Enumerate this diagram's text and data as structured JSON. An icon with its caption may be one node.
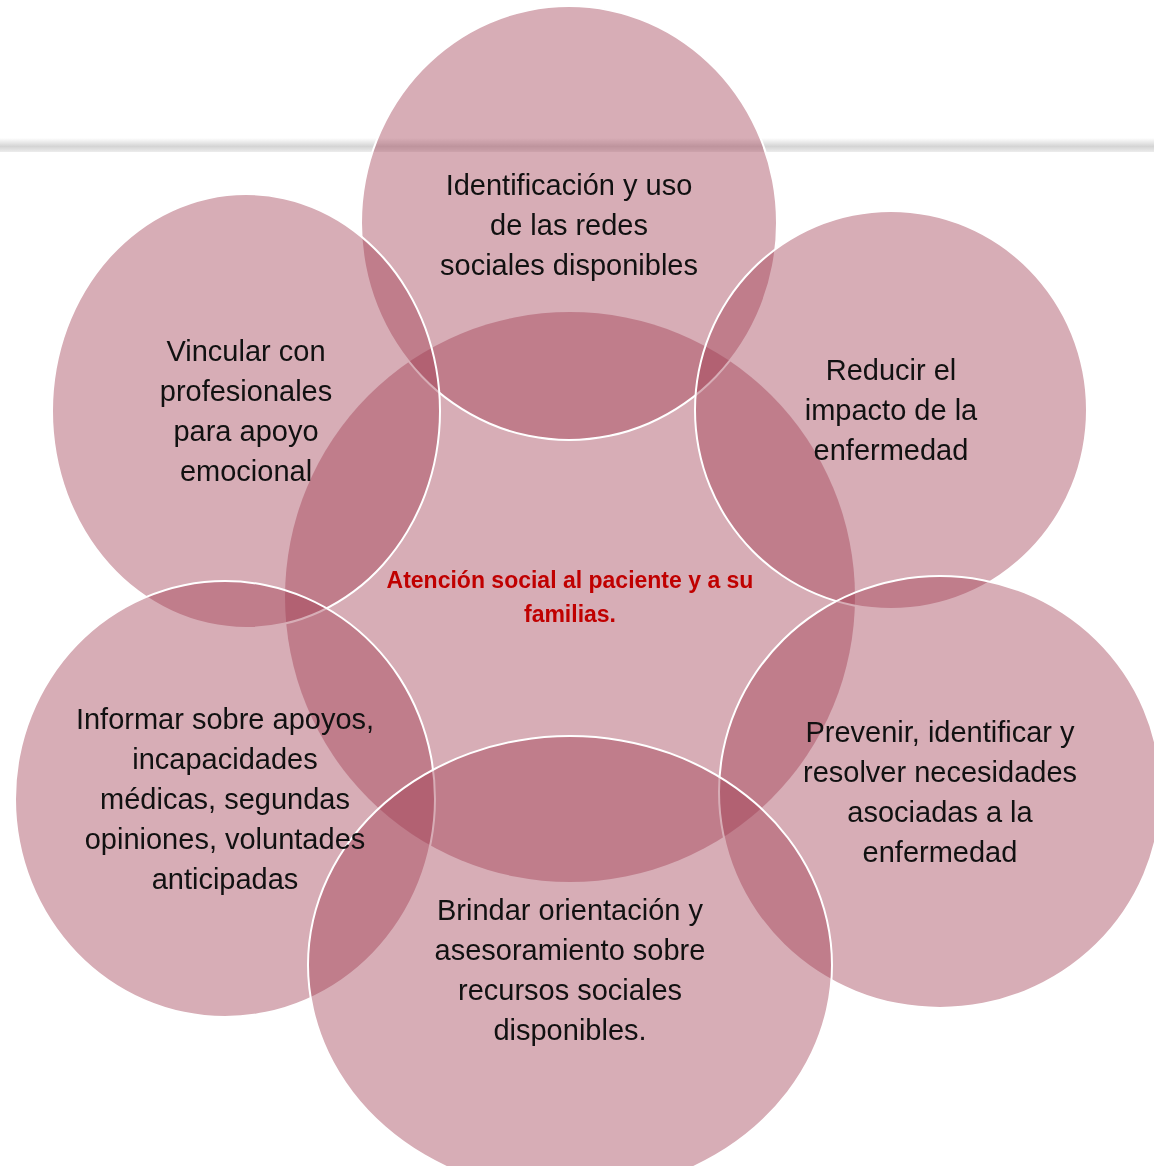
{
  "diagram": {
    "nodes": [
      {
        "text": [
          "Atención social al paciente y a su familias."
        ]
      },
      {
        "text": [
          "Identificación y uso de las redes sociales disponibles"
        ]
      },
      {
        "text": [
          "Vincular con profesionales para apoyo emocional"
        ]
      },
      {
        "text": [
          "Reducir el impacto de la enfermedad"
        ]
      },
      {
        "text": [
          "Informar sobre apoyos, incapacidades médicas, segundas opiniones, voluntades anticipadas"
        ]
      },
      {
        "text": [
          "Prevenir, identificar y resolver necesidades asociadas a la enfermedad"
        ]
      },
      {
        "text": [
          "Brindar orientación y asesoramiento sobre recursos sociales disponibles."
        ]
      }
    ],
    "edges": []
  }
}
